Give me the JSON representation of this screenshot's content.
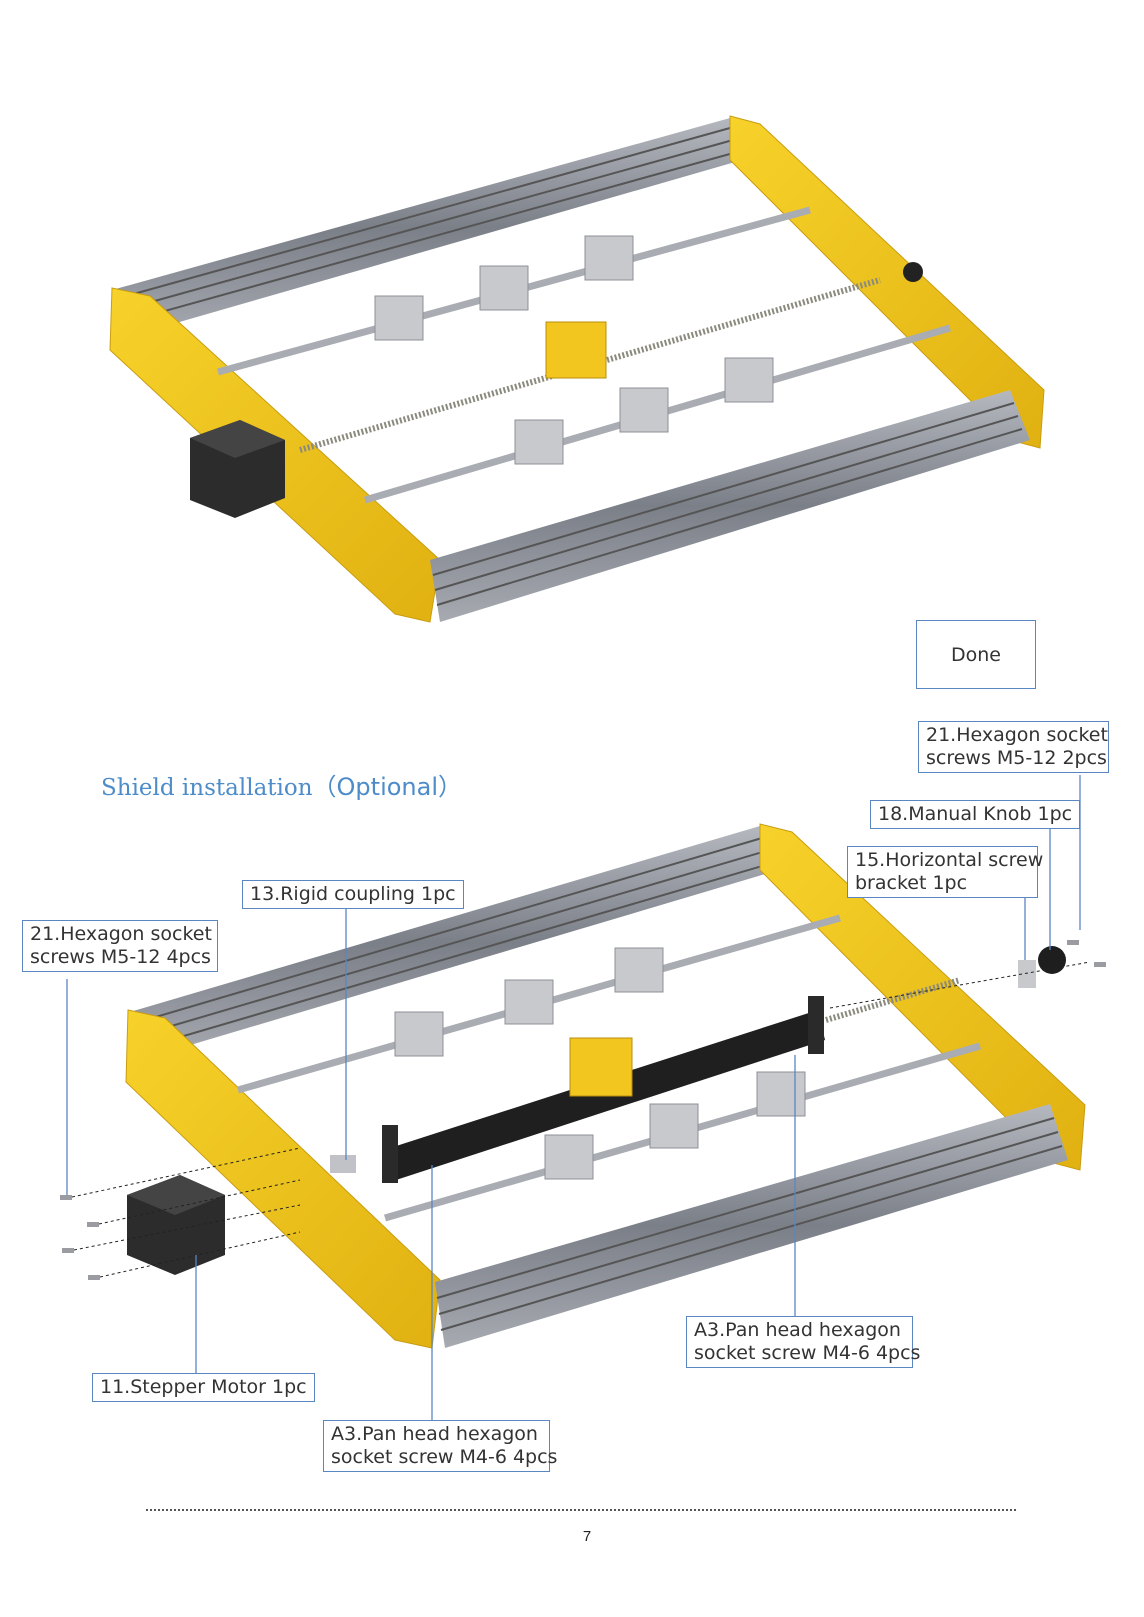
{
  "top_figure": {
    "done_label": "Done"
  },
  "shield_section": {
    "title_main": "Shield installation",
    "title_optional": "（Optional）"
  },
  "callouts": {
    "hex_screws_2": [
      "21.Hexagon socket",
      "screws M5-12 2pcs"
    ],
    "manual_knob": "18.Manual Knob  1pc",
    "horizontal_bracket": [
      "15.Horizontal screw",
      "bracket  1pc"
    ],
    "rigid_coupling": "13.Rigid coupling  1pc",
    "hex_screws_4": [
      "21.Hexagon socket",
      "screws M5-12 4pcs"
    ],
    "pan_head_right": [
      "A3.Pan head hexagon",
      "socket screw M4-6 4pcs"
    ],
    "stepper_motor": "11.Stepper Motor 1pc",
    "pan_head_bottom": [
      "A3.Pan head hexagon",
      "socket screw M4-6 4pcs"
    ]
  },
  "footer": {
    "page_number": "7"
  },
  "colors": {
    "frame_yellow": "#f2c51f",
    "rail_gray": "#8a8f9a",
    "label_border": "#5a86c2",
    "title_blue": "#4d8cc9"
  }
}
